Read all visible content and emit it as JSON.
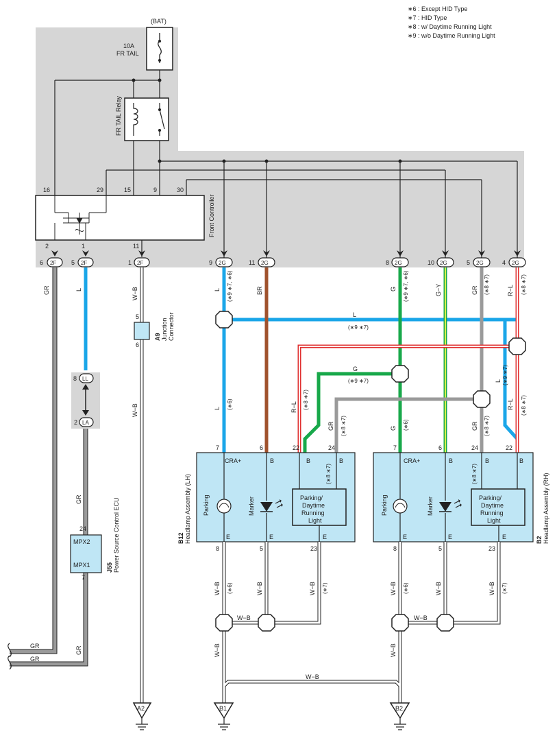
{
  "notes": [
    "∗6 : Except HID Type",
    "∗7 : HID Type",
    "∗8 : w/ Daytime Running Light",
    "∗9 : w/o Daytime Running Light"
  ],
  "bat": "(BAT)",
  "fuse": {
    "line1": "10A",
    "line2": "FR TAIL"
  },
  "relay": "FR TAIL Relay",
  "front_controller": {
    "label": "Front Controller",
    "pins_top": [
      "16",
      "29",
      "15",
      "9",
      "30"
    ],
    "pins_bottom": [
      "2",
      "1",
      "11"
    ]
  },
  "connectors": {
    "c2F_6": {
      "pin": "6",
      "name": "2F"
    },
    "c2F_5": {
      "pin": "5",
      "name": "2F"
    },
    "c2F_1": {
      "pin": "1",
      "name": "2F"
    },
    "c2G_9": {
      "pin": "9",
      "name": "2G"
    },
    "c2G_11": {
      "pin": "11",
      "name": "2G"
    },
    "c2G_8": {
      "pin": "8",
      "name": "2G"
    },
    "c2G_10": {
      "pin": "10",
      "name": "2G"
    },
    "c2G_5": {
      "pin": "5",
      "name": "2G"
    },
    "c2G_4": {
      "pin": "4",
      "name": "2G"
    },
    "cLL": {
      "pin": "8",
      "name": "LL"
    },
    "cLA": {
      "pin": "2",
      "name": "LA"
    }
  },
  "wires": {
    "gr": "GR",
    "l": "L",
    "wb": "W−B",
    "br": "BR",
    "g": "G",
    "gy": "G−Y",
    "rl": "R−L"
  },
  "wire_notes": {
    "n96": "(∗9 ∗7, ∗6)",
    "n97": "(∗9 ∗7)",
    "n6": "(∗6)",
    "n87": "(∗8 ∗7)",
    "n7": "(∗7)"
  },
  "junction": {
    "code": "A9",
    "name": "Junction",
    "name2": "Connector",
    "pin_top": "5",
    "pin_bottom": "6"
  },
  "ecu": {
    "code": "J55",
    "name": "Power Source Control ECU",
    "t1": "MPX2",
    "t2": "MPX1",
    "pin_top": "24",
    "pin_bottom": "7"
  },
  "headlamp_lh": {
    "code": "B12",
    "name": "Headlamp Assembly (LH)",
    "pins_top": [
      "7",
      "6",
      "22",
      "24"
    ],
    "pins_bottom": [
      "8",
      "5",
      "23"
    ],
    "cra": "CRA+",
    "b": "B",
    "e": "E",
    "parking": "Parking",
    "marker": "Marker",
    "drl": [
      "Parking/",
      "Daytime",
      "Running",
      "Light"
    ]
  },
  "headlamp_rh": {
    "code": "B2",
    "name": "Headlamp Assembly (RH)",
    "pins_top": [
      "7",
      "6",
      "24",
      "22"
    ],
    "pins_bottom": [
      "8",
      "5",
      "23"
    ],
    "cra": "CRA+",
    "b": "B",
    "e": "E",
    "parking": "Parking",
    "marker": "Marker",
    "drl": [
      "Parking/",
      "Daytime",
      "Running",
      "Light"
    ]
  },
  "grounds": [
    "A2",
    "B1",
    "B2"
  ],
  "colors": {
    "L": "#1aa6e8",
    "BR": "#a0522d",
    "G": "#18a84a",
    "GY_fill": "#d9f04a",
    "GR": "#9a9a9a",
    "R": "#e03030",
    "box": "#bfe6f5",
    "shade": "#d6d6d6"
  }
}
